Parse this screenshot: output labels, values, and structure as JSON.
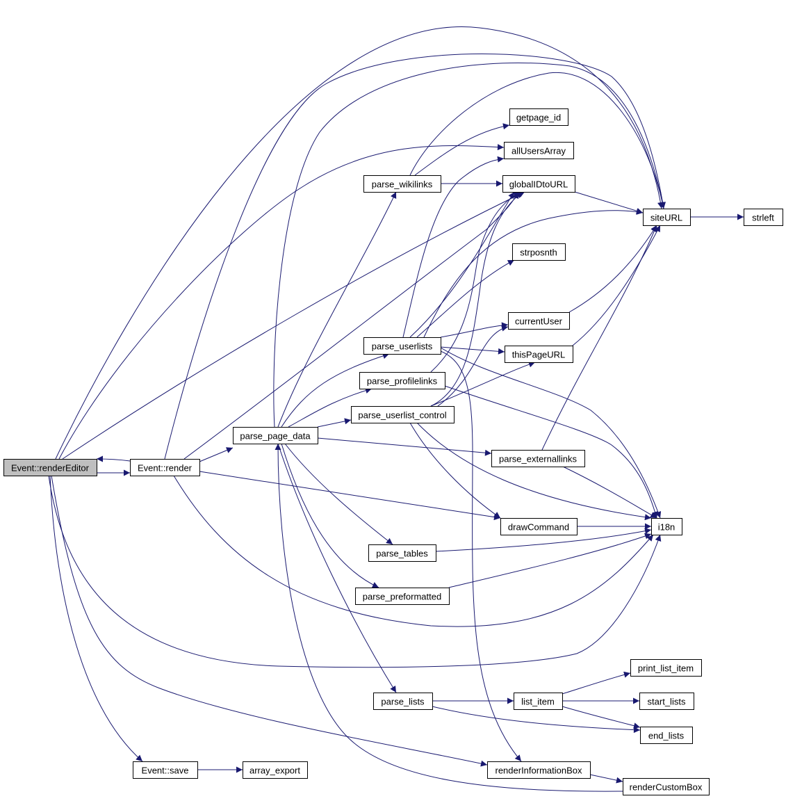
{
  "graph": {
    "edge_color": "#191970",
    "root_fill": "#bfbfbf",
    "nodes": [
      {
        "id": "renderEditor",
        "label": "Event::renderEditor",
        "root": true
      },
      {
        "id": "render",
        "label": "Event::render"
      },
      {
        "id": "parse_page_data",
        "label": "parse_page_data"
      },
      {
        "id": "parse_wikilinks",
        "label": "parse_wikilinks"
      },
      {
        "id": "parse_userlists",
        "label": "parse_userlists"
      },
      {
        "id": "parse_profilelinks",
        "label": "parse_profilelinks"
      },
      {
        "id": "parse_userlist_control",
        "label": "parse_userlist_control"
      },
      {
        "id": "parse_externallinks",
        "label": "parse_externallinks"
      },
      {
        "id": "parse_tables",
        "label": "parse_tables"
      },
      {
        "id": "parse_preformatted",
        "label": "parse_preformatted"
      },
      {
        "id": "parse_lists",
        "label": "parse_lists"
      },
      {
        "id": "getpage_id",
        "label": "getpage_id"
      },
      {
        "id": "allUsersArray",
        "label": "allUsersArray"
      },
      {
        "id": "globalIDtoURL",
        "label": "globalIDtoURL"
      },
      {
        "id": "siteURL",
        "label": "siteURL"
      },
      {
        "id": "strleft",
        "label": "strleft"
      },
      {
        "id": "strposnth",
        "label": "strposnth"
      },
      {
        "id": "currentUser",
        "label": "currentUser"
      },
      {
        "id": "thisPageURL",
        "label": "thisPageURL"
      },
      {
        "id": "drawCommand",
        "label": "drawCommand"
      },
      {
        "id": "i18n",
        "label": "i18n"
      },
      {
        "id": "list_item",
        "label": "list_item"
      },
      {
        "id": "print_list_item",
        "label": "print_list_item"
      },
      {
        "id": "start_lists",
        "label": "start_lists"
      },
      {
        "id": "end_lists",
        "label": "end_lists"
      },
      {
        "id": "save",
        "label": "Event::save"
      },
      {
        "id": "array_export",
        "label": "array_export"
      },
      {
        "id": "renderInformationBox",
        "label": "renderInformationBox"
      },
      {
        "id": "renderCustomBox",
        "label": "renderCustomBox"
      }
    ],
    "edges": [
      [
        "renderEditor",
        "render"
      ],
      [
        "render",
        "renderEditor"
      ],
      [
        "renderEditor",
        "siteURL"
      ],
      [
        "renderEditor",
        "allUsersArray"
      ],
      [
        "renderEditor",
        "globalIDtoURL"
      ],
      [
        "renderEditor",
        "i18n"
      ],
      [
        "renderEditor",
        "save"
      ],
      [
        "renderEditor",
        "renderInformationBox"
      ],
      [
        "render",
        "parse_page_data"
      ],
      [
        "render",
        "siteURL"
      ],
      [
        "render",
        "globalIDtoURL"
      ],
      [
        "render",
        "drawCommand"
      ],
      [
        "render",
        "i18n"
      ],
      [
        "parse_page_data",
        "parse_wikilinks"
      ],
      [
        "parse_page_data",
        "parse_userlists"
      ],
      [
        "parse_page_data",
        "parse_profilelinks"
      ],
      [
        "parse_page_data",
        "parse_userlist_control"
      ],
      [
        "parse_page_data",
        "parse_externallinks"
      ],
      [
        "parse_page_data",
        "parse_tables"
      ],
      [
        "parse_page_data",
        "parse_preformatted"
      ],
      [
        "parse_page_data",
        "parse_lists"
      ],
      [
        "parse_page_data",
        "siteURL"
      ],
      [
        "parse_wikilinks",
        "getpage_id"
      ],
      [
        "parse_wikilinks",
        "globalIDtoURL"
      ],
      [
        "parse_wikilinks",
        "siteURL"
      ],
      [
        "parse_userlists",
        "allUsersArray"
      ],
      [
        "parse_userlists",
        "globalIDtoURL"
      ],
      [
        "parse_userlists",
        "strposnth"
      ],
      [
        "parse_userlists",
        "siteURL"
      ],
      [
        "parse_userlists",
        "currentUser"
      ],
      [
        "parse_userlists",
        "thisPageURL"
      ],
      [
        "parse_userlists",
        "i18n"
      ],
      [
        "parse_userlists",
        "renderInformationBox"
      ],
      [
        "parse_profilelinks",
        "globalIDtoURL"
      ],
      [
        "parse_profilelinks",
        "i18n"
      ],
      [
        "parse_userlist_control",
        "globalIDtoURL"
      ],
      [
        "parse_userlist_control",
        "currentUser"
      ],
      [
        "parse_userlist_control",
        "thisPageURL"
      ],
      [
        "parse_userlist_control",
        "drawCommand"
      ],
      [
        "parse_userlist_control",
        "i18n"
      ],
      [
        "parse_externallinks",
        "siteURL"
      ],
      [
        "parse_externallinks",
        "i18n"
      ],
      [
        "globalIDtoURL",
        "siteURL"
      ],
      [
        "siteURL",
        "strleft"
      ],
      [
        "currentUser",
        "siteURL"
      ],
      [
        "thisPageURL",
        "siteURL"
      ],
      [
        "drawCommand",
        "i18n"
      ],
      [
        "parse_tables",
        "i18n"
      ],
      [
        "parse_preformatted",
        "i18n"
      ],
      [
        "parse_lists",
        "list_item"
      ],
      [
        "parse_lists",
        "end_lists"
      ],
      [
        "list_item",
        "print_list_item"
      ],
      [
        "list_item",
        "start_lists"
      ],
      [
        "list_item",
        "end_lists"
      ],
      [
        "save",
        "array_export"
      ],
      [
        "renderInformationBox",
        "renderCustomBox"
      ],
      [
        "renderCustomBox",
        "parse_page_data"
      ]
    ]
  }
}
